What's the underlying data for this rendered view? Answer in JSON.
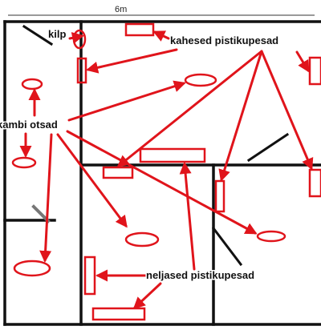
{
  "diagram": {
    "dimension_label": "6m",
    "labels": {
      "panel": "kilp",
      "double_sockets": "kahesed pistikupesad",
      "cable_ends": "kambi otsad",
      "quad_sockets": "neljased pistikupesad"
    },
    "colors": {
      "walls": "#111111",
      "markers": "#e0141b",
      "arrows": "#e0141b",
      "accent_wall": "#777777",
      "background": "#ffffff"
    }
  }
}
